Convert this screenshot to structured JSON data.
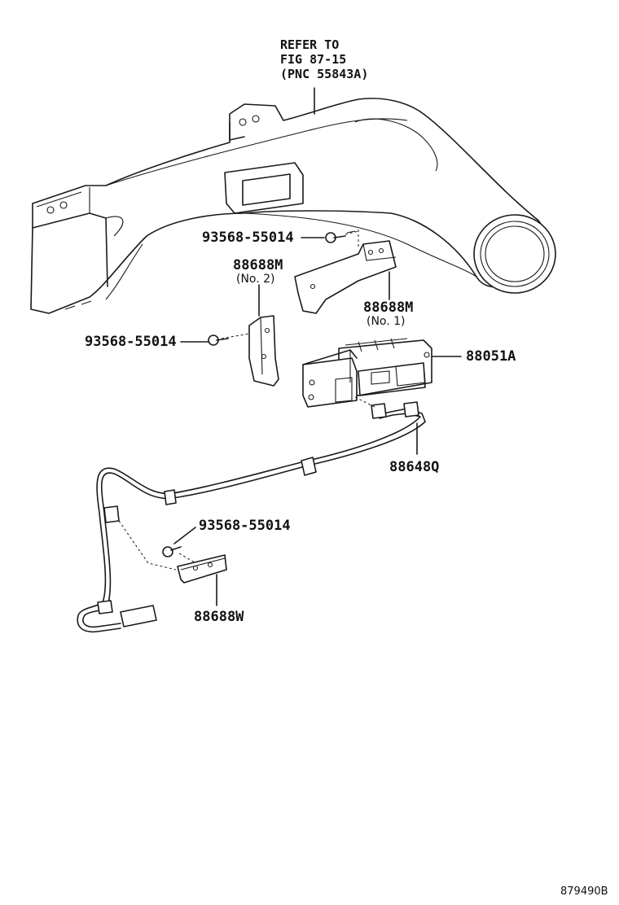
{
  "callouts": {
    "refer": {
      "line1": "REFER TO",
      "line2": "FIG 87-15",
      "line3": "(PNC 55843A)"
    },
    "screw_top": {
      "part_no": "93568-55014"
    },
    "bracket_no2": {
      "part_no": "88688M",
      "sub": "(No. 2)"
    },
    "bracket_no1": {
      "part_no": "88688M",
      "sub": "(No. 1)"
    },
    "screw_left": {
      "part_no": "93568-55014"
    },
    "module": {
      "part_no": "88051A"
    },
    "harness": {
      "part_no": "88648Q"
    },
    "screw_bottom": {
      "part_no": "93568-55014"
    },
    "bracket_w": {
      "part_no": "88688W"
    }
  },
  "figure_id": "879490B"
}
